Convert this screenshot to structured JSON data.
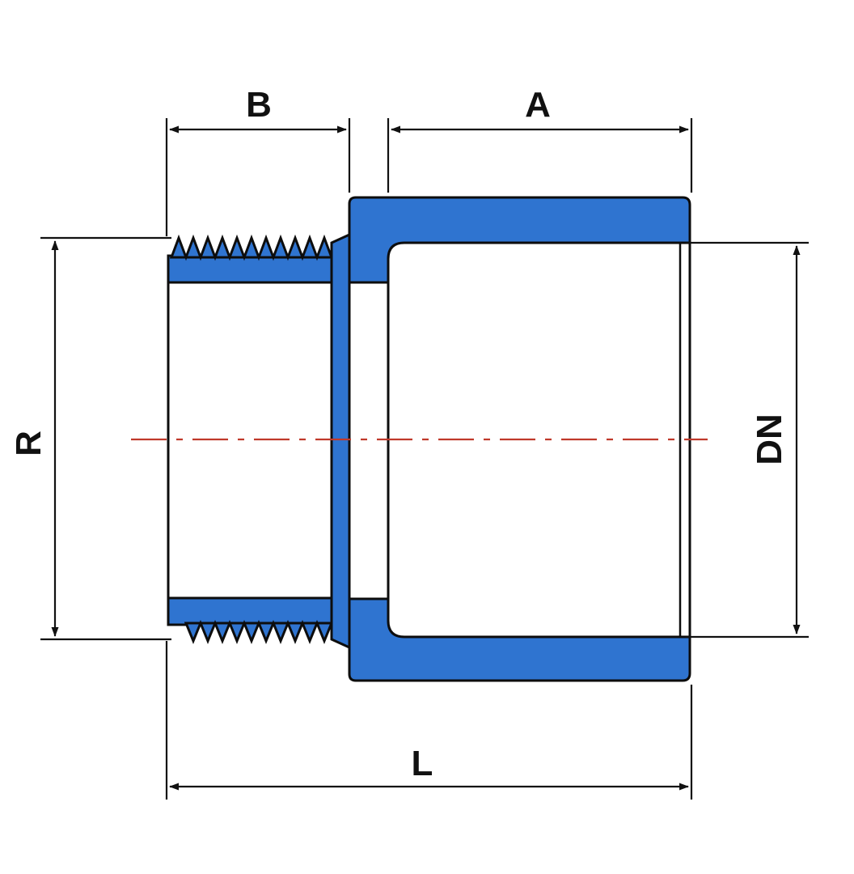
{
  "diagram": {
    "labels": {
      "b": "B",
      "a": "A",
      "r": "R",
      "dn": "DN",
      "l": "L"
    },
    "colors": {
      "body": "#2f74d0",
      "outline": "#0d0d0d",
      "centerline": "#c0392b",
      "background": "#ffffff"
    }
  }
}
